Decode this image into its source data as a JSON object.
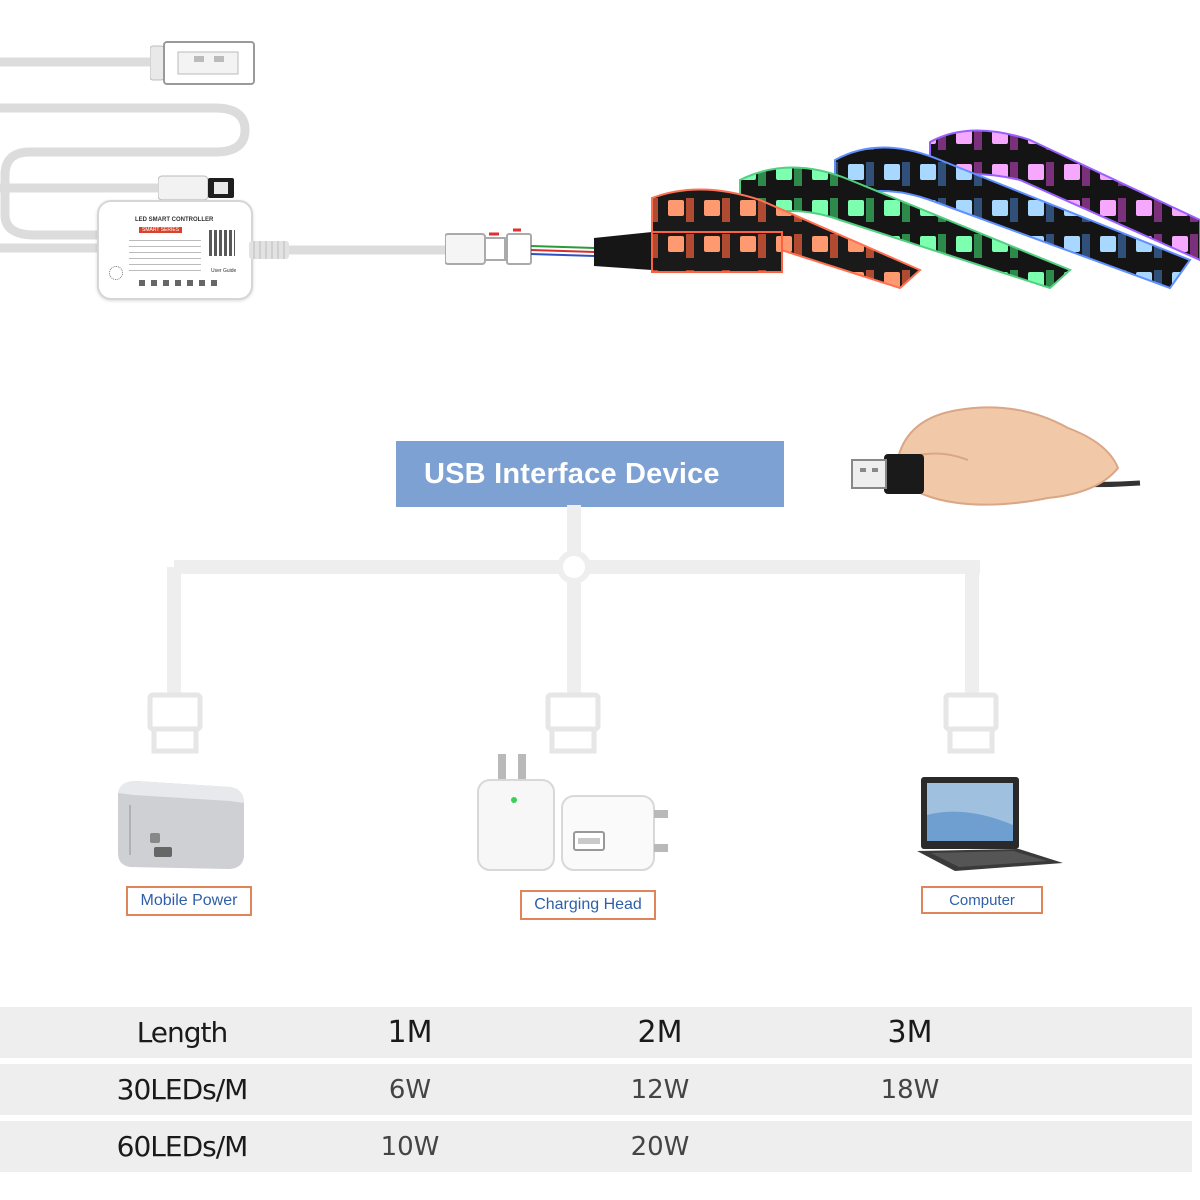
{
  "title": "USB Interface Device",
  "controller": {
    "heading": "LED SMART CONTROLLER",
    "series": "SMART SERIES",
    "guide": "User Guide"
  },
  "devices": [
    {
      "label": "Mobile Power"
    },
    {
      "label": "Charging Head"
    },
    {
      "label": "Computer"
    }
  ],
  "table": {
    "header": [
      "Length",
      "1M",
      "2M",
      "3M"
    ],
    "rows": [
      [
        "30LEDs/M",
        "6W",
        "12W",
        "18W"
      ],
      [
        "60LEDs/M",
        "10W",
        "20W",
        ""
      ]
    ]
  },
  "colors": {
    "title_bg": "#7da1d2",
    "label_border": "#e0855a",
    "label_text": "#2f5fa8",
    "table_bg": "#eeeeee"
  }
}
